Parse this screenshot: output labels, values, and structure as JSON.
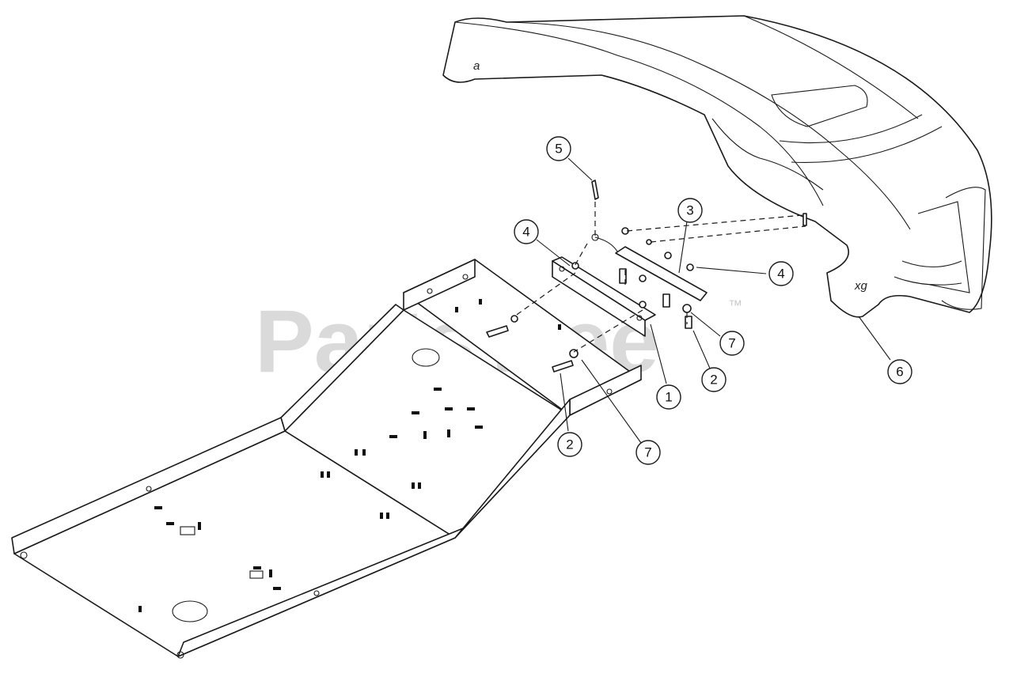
{
  "watermark": {
    "text": "PartsTree",
    "trademark": "™"
  },
  "part_marks": {
    "hood_left": "a",
    "hood_right": "xg"
  },
  "callouts": [
    {
      "id": "c1",
      "label": "1"
    },
    {
      "id": "c2a",
      "label": "2"
    },
    {
      "id": "c2b",
      "label": "2"
    },
    {
      "id": "c3",
      "label": "3"
    },
    {
      "id": "c4a",
      "label": "4"
    },
    {
      "id": "c4b",
      "label": "4"
    },
    {
      "id": "c5",
      "label": "5"
    },
    {
      "id": "c6",
      "label": "6"
    },
    {
      "id": "c7a",
      "label": "7"
    },
    {
      "id": "c7b",
      "label": "7"
    }
  ]
}
